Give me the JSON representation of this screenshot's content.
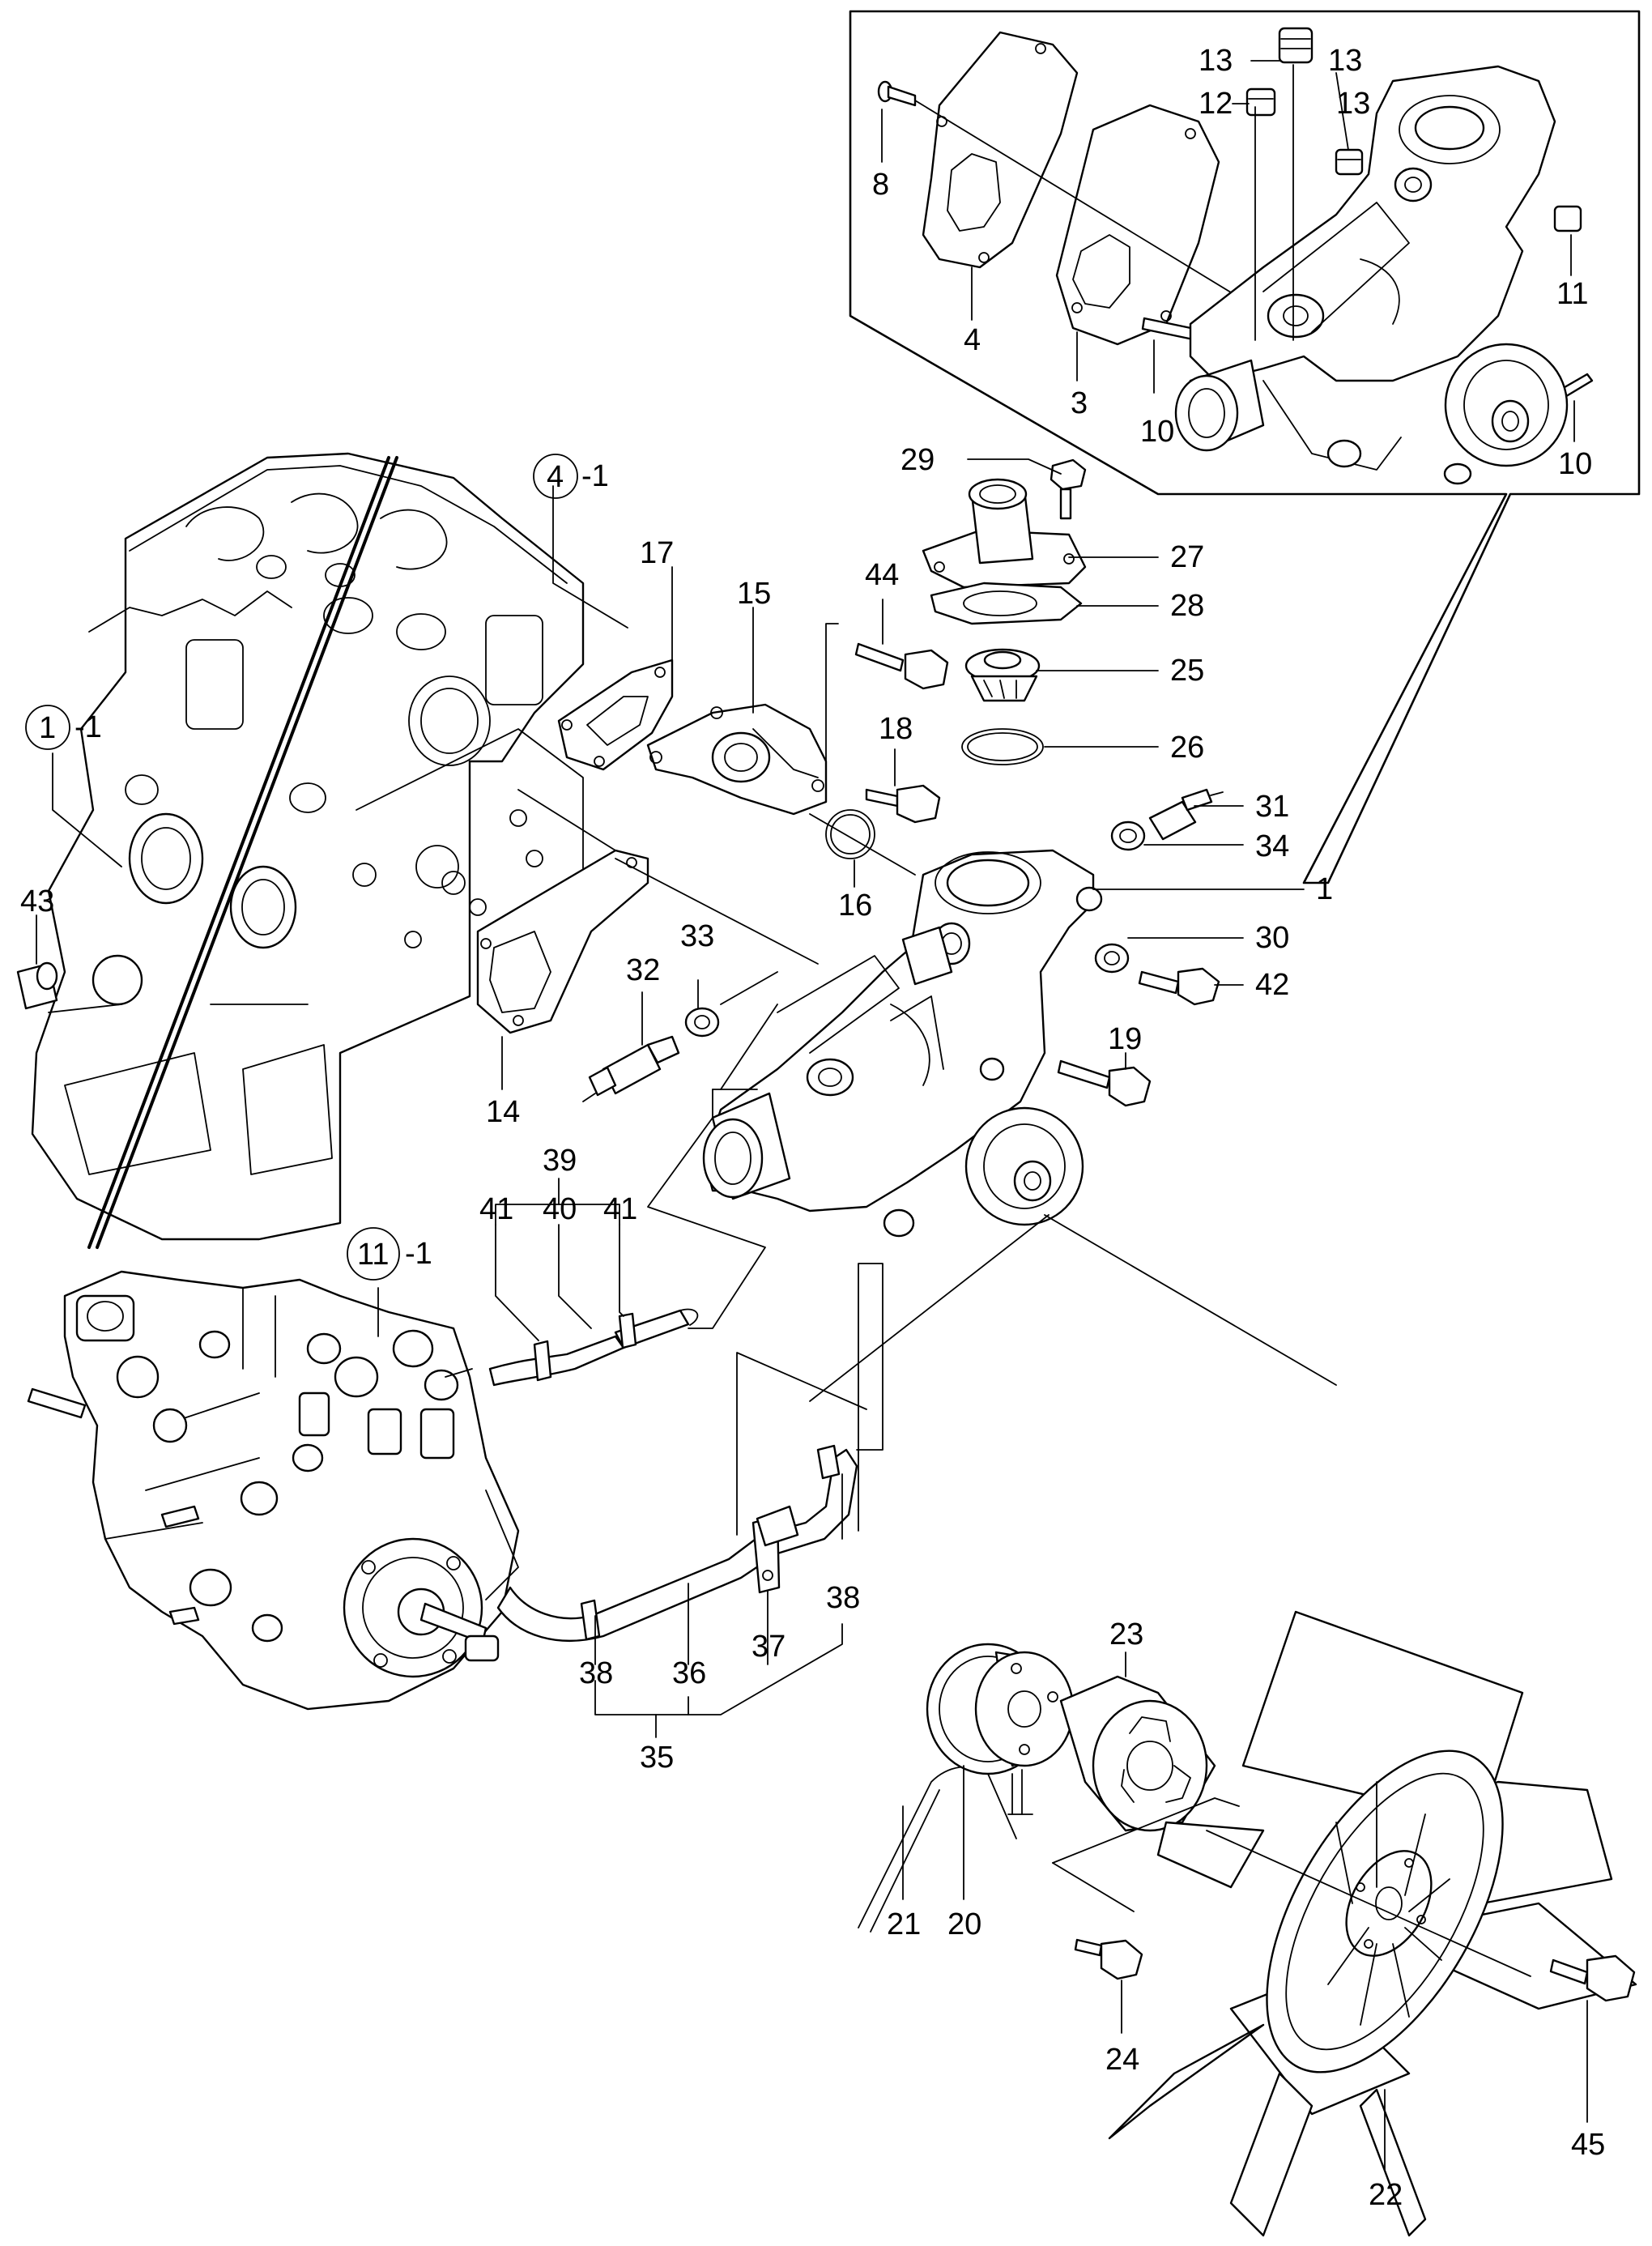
{
  "labels": {
    "p1": "1",
    "p1_ref": "1",
    "p1_suffix": "-1",
    "p3": "3",
    "p4": "4",
    "p4_ref": "4",
    "p4_suffix": "-1",
    "p8": "8",
    "p10a": "10",
    "p10b": "10",
    "p11": "11",
    "p11_ref": "11",
    "p11_suffix": "-1",
    "p12": "12",
    "p13a": "13",
    "p13b": "13",
    "p13c": "13",
    "p14": "14",
    "p15": "15",
    "p16": "16",
    "p17": "17",
    "p18": "18",
    "p19": "19",
    "p20": "20",
    "p21": "21",
    "p22": "22",
    "p23": "23",
    "p24": "24",
    "p25": "25",
    "p26": "26",
    "p27": "27",
    "p28": "28",
    "p29": "29",
    "p30": "30",
    "p31": "31",
    "p32": "32",
    "p33": "33",
    "p34": "34",
    "p35": "35",
    "p36": "36",
    "p37": "37",
    "p38a": "38",
    "p38b": "38",
    "p39": "39",
    "p40": "40",
    "p41a": "41",
    "p41b": "41",
    "p42": "42",
    "p43": "43",
    "p44": "44",
    "p45": "45"
  }
}
